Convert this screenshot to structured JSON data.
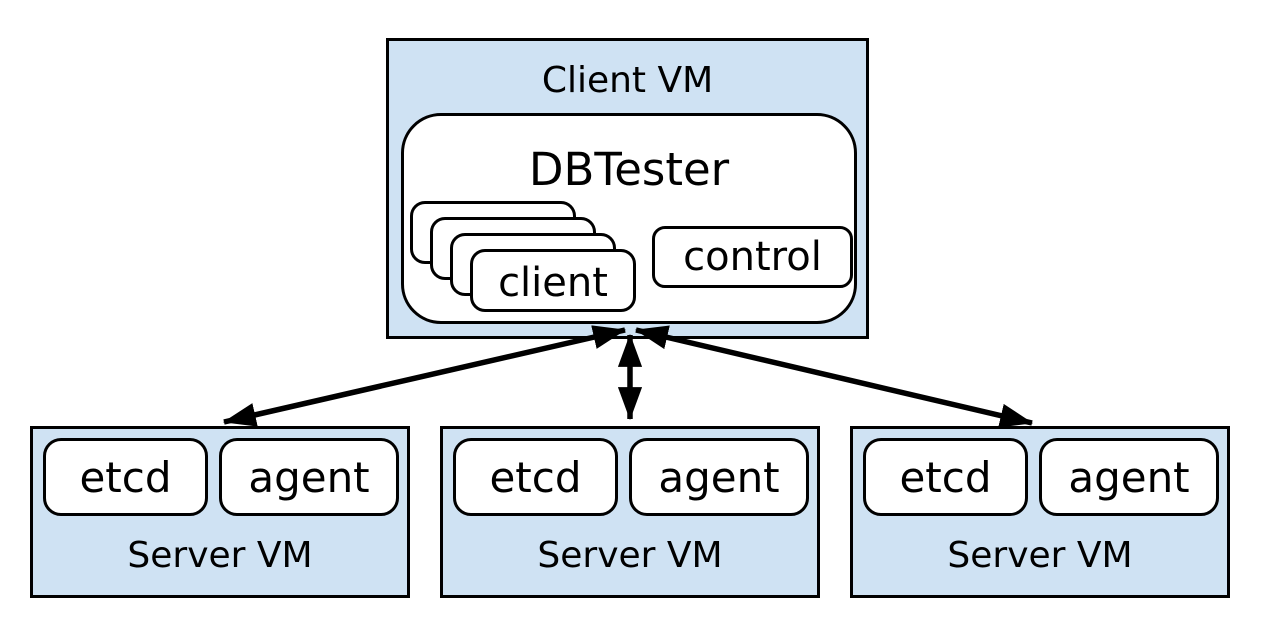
{
  "colors": {
    "vm_fill": "#cfe2f3",
    "box_fill": "#ffffff",
    "border": "#000000",
    "arrow": "#000000"
  },
  "client_vm": {
    "label": "Client VM",
    "dbtester": {
      "label": "DBTester",
      "client_stack_count": 4,
      "client_label": "client",
      "control_label": "control"
    }
  },
  "server_vms": [
    {
      "label": "Server VM",
      "components": {
        "etcd": "etcd",
        "agent": "agent"
      }
    },
    {
      "label": "Server VM",
      "components": {
        "etcd": "etcd",
        "agent": "agent"
      }
    },
    {
      "label": "Server VM",
      "components": {
        "etcd": "etcd",
        "agent": "agent"
      }
    }
  ],
  "connections": [
    {
      "from": "Client VM / DBTester",
      "to": "Server VM 1",
      "bidirectional": true
    },
    {
      "from": "Client VM / DBTester",
      "to": "Server VM 2",
      "bidirectional": true
    },
    {
      "from": "Client VM / DBTester",
      "to": "Server VM 3",
      "bidirectional": true
    }
  ]
}
